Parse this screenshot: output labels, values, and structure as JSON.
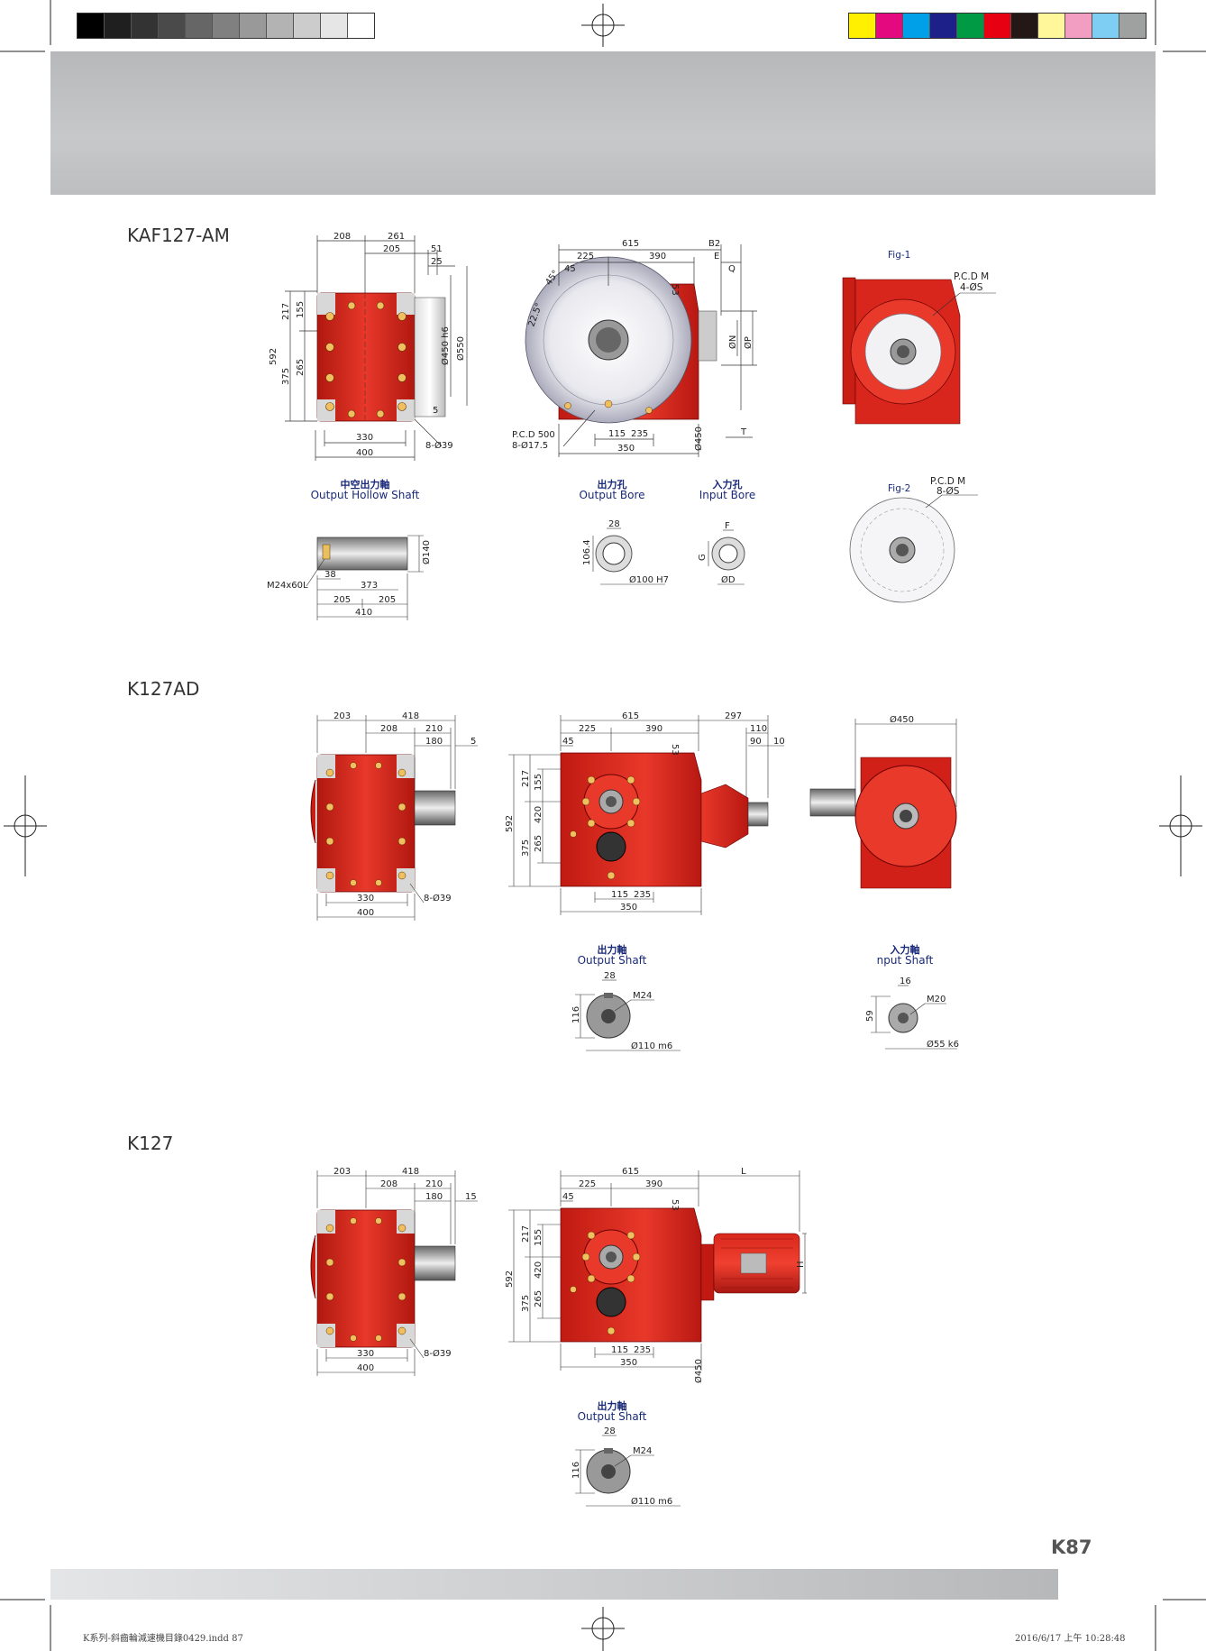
{
  "page": {
    "page_number": "K87",
    "footer_left": "K系列-斜齒輪減速機目錄0429.indd   87",
    "footer_right": "2016/6/17   上午 10:28:48"
  },
  "colors": {
    "header_band": "#bfc0c2",
    "housing_red": "#d9261c",
    "caption_blue": "#1a2a7a",
    "grayscale_swatches": [
      "#000000",
      "#1f1f1f",
      "#333333",
      "#4a4a4a",
      "#666666",
      "#808080",
      "#999999",
      "#b3b3b3",
      "#cccccc",
      "#e6e6e6",
      "#ffffff"
    ],
    "color_swatches": [
      "#ffef00",
      "#e5097f",
      "#00a0e9",
      "#1d2088",
      "#009944",
      "#e60012",
      "#231815",
      "#fff799",
      "#f19ec2",
      "#7ecef4",
      "#9fa0a0"
    ]
  },
  "sections": {
    "kaf": {
      "title": "KAF127-AM",
      "side": {
        "d208": "208",
        "d261": "261",
        "d205": "205",
        "d51": "51",
        "d25": "25",
        "d217": "217",
        "d155": "155",
        "d592": "592",
        "d265": "265",
        "d375": "375",
        "d5": "5",
        "d330": "330",
        "d400": "400",
        "holes": "8-Ø39",
        "d450h6": "Ø450 h6",
        "d550": "Ø550"
      },
      "front": {
        "d615": "615",
        "d225": "225",
        "d390": "390",
        "dB2": "B2",
        "dE": "E",
        "d45": "45",
        "d45deg": "45°",
        "d225deg": "22.5°",
        "d53": "53",
        "dQ": "Q",
        "dN": "ØN",
        "dP": "ØP",
        "pcd": "P.C.D 500",
        "holes": "8-Ø17.5",
        "d115": "115",
        "d235": "235",
        "d350": "350",
        "d450": "Ø450",
        "dT": "T"
      },
      "fig1": {
        "label": "Fig-1",
        "pcd": "P.C.D M",
        "holes": "4-ØS"
      },
      "fig2": {
        "label": "Fig-2",
        "pcd": "P.C.D M",
        "holes": "8-ØS"
      },
      "hollow": {
        "cn": "中空出力軸",
        "en": "Output Hollow Shaft",
        "d140": "Ø140",
        "d38": "38",
        "d373": "373",
        "m24": "M24x60L",
        "d205a": "205",
        "d205b": "205",
        "d410": "410"
      },
      "bore": {
        "cn": "出力孔",
        "en": "Output Bore",
        "d28": "28",
        "d1064": "106.4",
        "d100": "Ø100 H7"
      },
      "input_bore": {
        "cn": "入力孔",
        "en": "Input Bore",
        "dF": "F",
        "dG": "G",
        "dD": "ØD"
      }
    },
    "k127ad": {
      "title": "K127AD",
      "side": {
        "d203": "203",
        "d418": "418",
        "d208": "208",
        "d210": "210",
        "d180": "180",
        "d5": "5",
        "d330": "330",
        "d400": "400",
        "holes": "8-Ø39"
      },
      "front": {
        "d615": "615",
        "d297": "297",
        "d225": "225",
        "d390": "390",
        "d110": "110",
        "d90": "90",
        "d10": "10",
        "d45": "45",
        "d53": "53",
        "d217": "217",
        "d155": "155",
        "d420": "420",
        "d592": "592",
        "d265": "265",
        "d375": "375",
        "d115": "115",
        "d235": "235",
        "d350": "350"
      },
      "end": {
        "d450": "Ø450"
      },
      "output_shaft": {
        "cn": "出力軸",
        "en": "Output Shaft",
        "d28": "28",
        "m24": "M24",
        "d116": "116",
        "d110": "Ø110 m6"
      },
      "input_shaft": {
        "cn": "入力軸",
        "en": "nput Shaft",
        "d16": "16",
        "m20": "M20",
        "d59": "59",
        "d55": "Ø55 k6"
      }
    },
    "k127": {
      "title": "K127",
      "side": {
        "d203": "203",
        "d418": "418",
        "d208": "208",
        "d210": "210",
        "d180": "180",
        "d15": "15",
        "d330": "330",
        "d400": "400",
        "holes": "8-Ø39"
      },
      "front": {
        "d615": "615",
        "dL": "L",
        "d225": "225",
        "d390": "390",
        "d45": "45",
        "d53": "53",
        "d217": "217",
        "d155": "155",
        "d420": "420",
        "d592": "592",
        "d265": "265",
        "d375": "375",
        "dH": "H",
        "d115": "115",
        "d235": "235",
        "d350": "350",
        "d450": "Ø450"
      },
      "output_shaft": {
        "cn": "出力軸",
        "en": "Output Shaft",
        "d28": "28",
        "m24": "M24",
        "d116": "116",
        "d110": "Ø110 m6"
      }
    }
  }
}
